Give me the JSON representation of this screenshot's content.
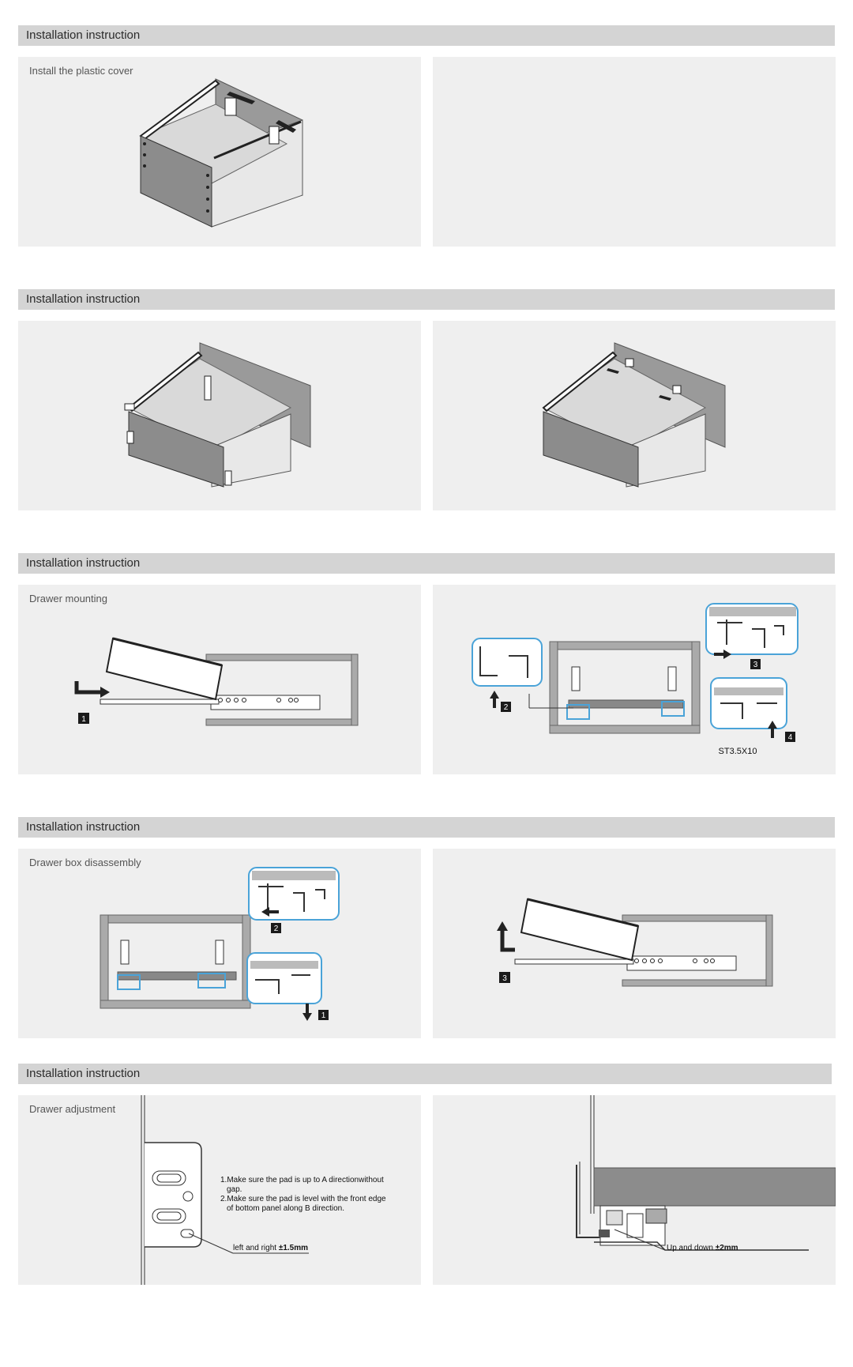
{
  "sections": [
    {
      "header": "Installation instruction",
      "left_title": "Install the plastic cover",
      "right_title": ""
    },
    {
      "header": "Installation instruction",
      "left_title": "",
      "right_title": ""
    },
    {
      "header": "Installation instruction",
      "left_title": "Drawer mounting",
      "right_title": ""
    },
    {
      "header": "Installation instruction",
      "left_title": "Drawer box disassembly",
      "right_title": ""
    },
    {
      "header": "Installation instruction",
      "left_title": "Drawer adjustment",
      "right_title": ""
    }
  ],
  "mounting": {
    "step1": "1",
    "step2": "2",
    "step3": "3",
    "step4": "4",
    "screw": "ST3.5X10"
  },
  "disassembly": {
    "step1": "1",
    "step2": "2",
    "step3": "3"
  },
  "adjustment": {
    "note_line1": "1.Make sure the pad is up to A directionwithout",
    "note_line2": "gap.",
    "note_line3": "2.Make sure the pad is level with the front edge",
    "note_line4": "of bottom panel along B direction.",
    "lr_label": "left and right",
    "lr_value": "±1.5mm",
    "ud_label": "Up and down",
    "ud_value": "±2mm"
  },
  "colors": {
    "header_bg": "#d4d4d4",
    "panel_bg": "#efefef",
    "callout_blue": "#4aa3d8",
    "drawer_grey": "#8c8c8c"
  },
  "icons": [
    "arrow-icon",
    "step-badge-icon"
  ]
}
